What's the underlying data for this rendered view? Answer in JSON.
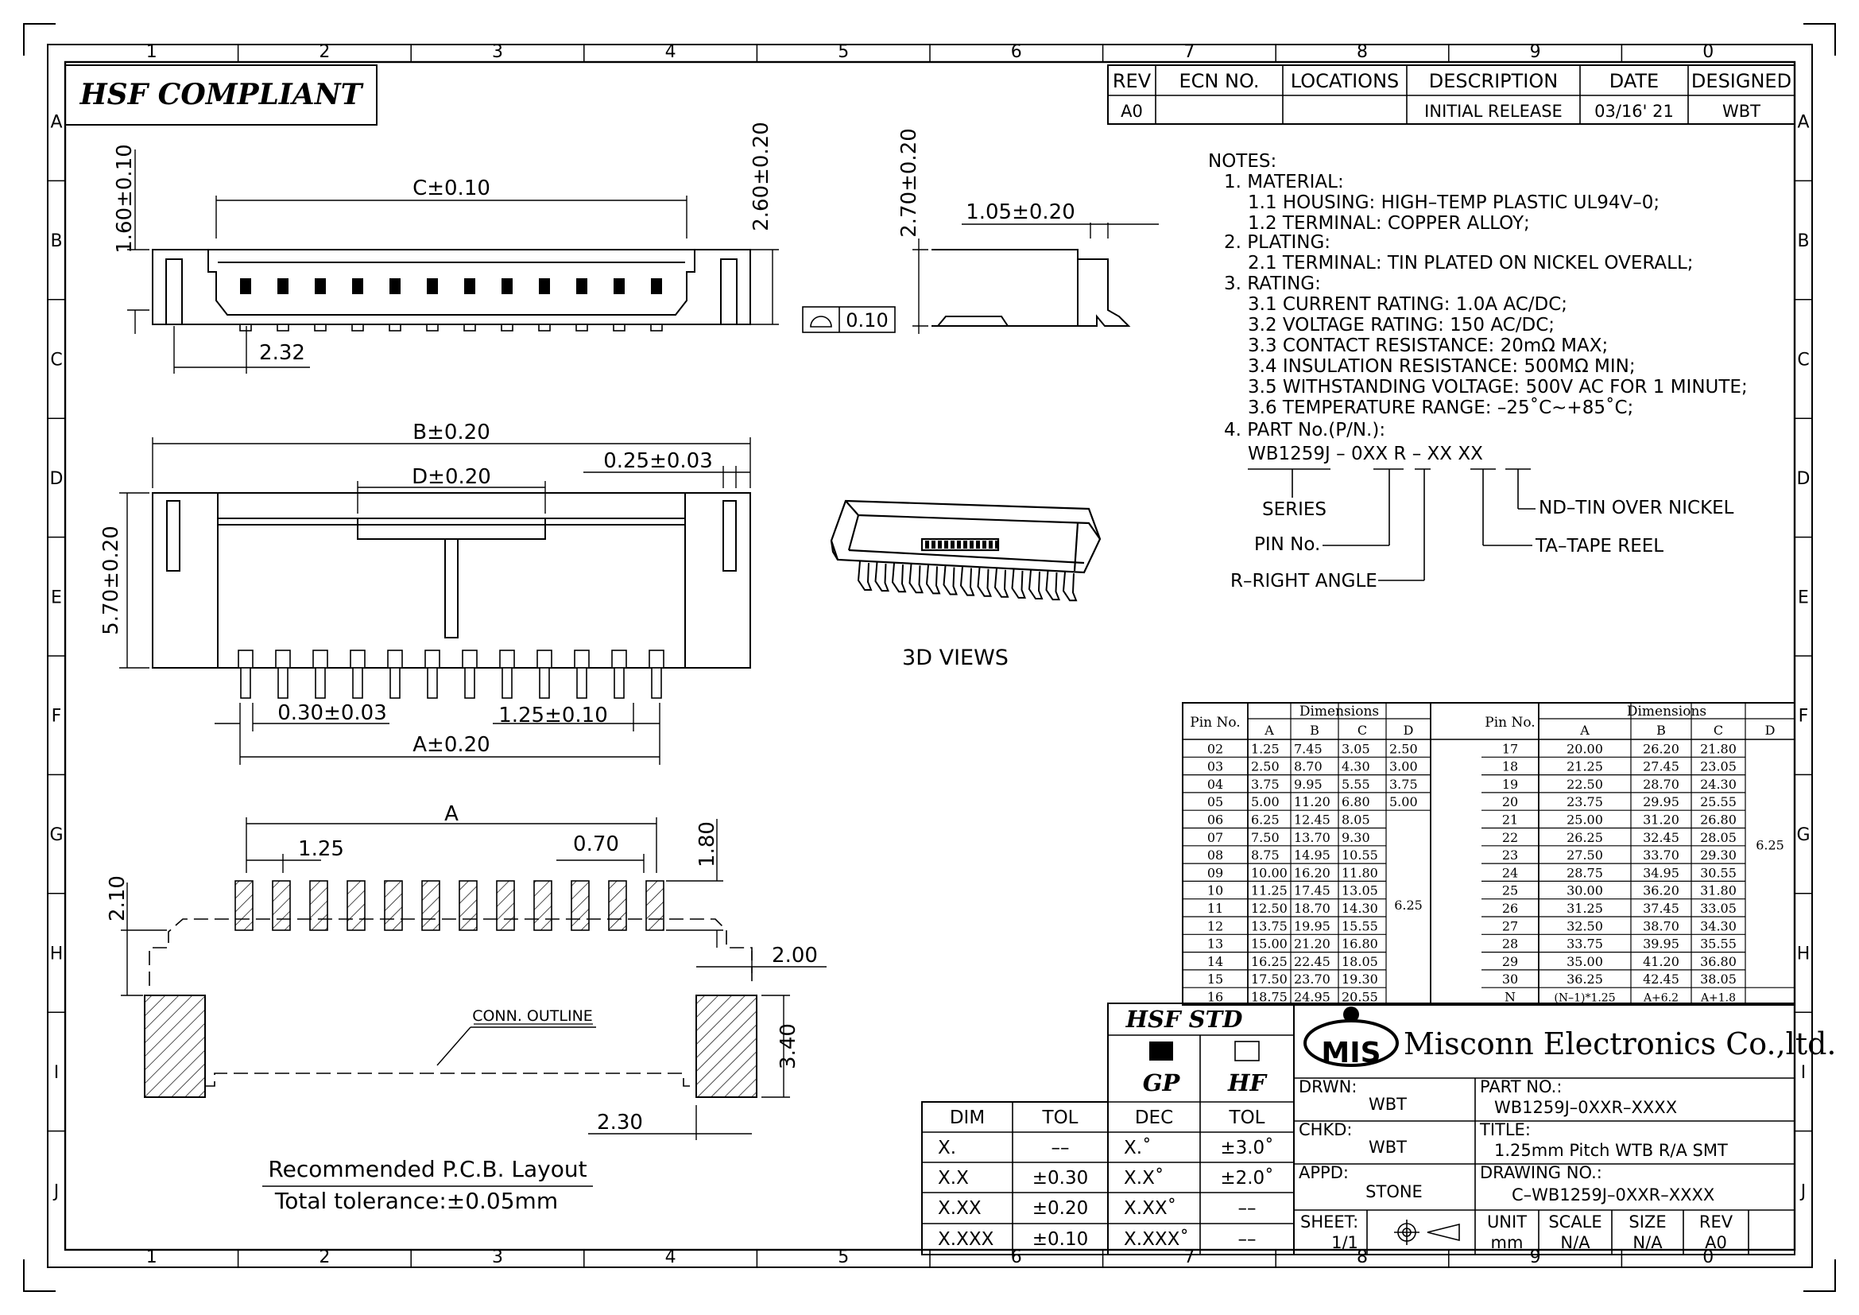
{
  "border": {
    "columns": [
      "1",
      "2",
      "3",
      "4",
      "5",
      "6",
      "7",
      "8",
      "9",
      "0"
    ],
    "rows": [
      "A",
      "B",
      "C",
      "D",
      "E",
      "F",
      "G",
      "H",
      "I",
      "J"
    ]
  },
  "hsf_compliant": "HSF  COMPLIANT",
  "rev_table": {
    "headers": [
      "REV",
      "ECN  NO.",
      "LOCATIONS",
      "DESCRIPTION",
      "DATE",
      "DESIGNED"
    ],
    "row": [
      "A0",
      "",
      "",
      "INITIAL RELEASE",
      "03/16' 21",
      "WBT"
    ]
  },
  "dims": {
    "c_010": "C±0.10",
    "h_160": "1.60±0.10",
    "h_260": "2.60±0.20",
    "p_232": "2.32",
    "side_270": "2.70±0.20",
    "side_105": "1.05±0.20",
    "flat_010": "0.10",
    "b_020": "B±0.20",
    "d_020": "D±0.20",
    "t_025": "0.25±0.03",
    "h_570": "5.70±0.20",
    "w_030": "0.30±0.03",
    "p_125": "1.25±0.10",
    "a_020": "A±0.20",
    "pcb_a": "A",
    "pcb_125": "1.25",
    "pcb_070": "0.70",
    "pcb_180": "1.80",
    "pcb_210": "2.10",
    "pcb_200": "2.00",
    "pcb_340": "3.40",
    "pcb_230": "2.30",
    "conn_outline": "CONN. OUTLINE"
  },
  "view_3d_label": "3D  VIEWS",
  "pcb_caption": "Recommended  P.C.B.  Layout",
  "pcb_tolerance": "Total  tolerance:±0.05mm",
  "notes": [
    "NOTES:",
    "1.  MATERIAL:",
    "1.1  HOUSING:  HIGH–TEMP  PLASTIC  UL94V–0;",
    "1.2  TERMINAL:  COPPER  ALLOY;",
    "2.  PLATING:",
    "2.1  TERMINAL:  TIN  PLATED  ON  NICKEL  OVERALL;",
    "3.  RATING:",
    "3.1  CURRENT  RATING:  1.0A  AC/DC;",
    "3.2  VOLTAGE  RATING:  150  AC/DC;",
    "3.3  CONTACT  RESISTANCE:  20mΩ  MAX;",
    "3.4  INSULATION  RESISTANCE:  500MΩ  MIN;",
    "3.5  WITHSTANDING  VOLTAGE:  500V  AC  FOR  1  MINUTE;",
    "3.6  TEMPERATURE  RANGE:  –25˚C~+85˚C;",
    "4.  PART  No.(P/N.):"
  ],
  "part_code": {
    "code": "WB1259J  –  0XX  R  –  XX  XX",
    "series": "SERIES",
    "pin_no": "PIN  No.",
    "right_angle": "R–RIGHT  ANGLE",
    "nd": "ND–TIN  OVER  NICKEL",
    "ta": "TA–TAPE  REEL"
  },
  "dim_table": {
    "pin_header": "Pin No.",
    "dimensions_header": "Dimensions",
    "cols": [
      "A",
      "B",
      "C",
      "D"
    ],
    "left": [
      [
        "02",
        "1.25",
        "7.45",
        "3.05",
        "2.50"
      ],
      [
        "03",
        "2.50",
        "8.70",
        "4.30",
        "3.00"
      ],
      [
        "04",
        "3.75",
        "9.95",
        "5.55",
        "3.75"
      ],
      [
        "05",
        "5.00",
        "11.20",
        "6.80",
        "5.00"
      ],
      [
        "06",
        "6.25",
        "12.45",
        "8.05",
        ""
      ],
      [
        "07",
        "7.50",
        "13.70",
        "9.30",
        ""
      ],
      [
        "08",
        "8.75",
        "14.95",
        "10.55",
        ""
      ],
      [
        "09",
        "10.00",
        "16.20",
        "11.80",
        ""
      ],
      [
        "10",
        "11.25",
        "17.45",
        "13.05",
        ""
      ],
      [
        "11",
        "12.50",
        "18.70",
        "14.30",
        ""
      ],
      [
        "12",
        "13.75",
        "19.95",
        "15.55",
        ""
      ],
      [
        "13",
        "15.00",
        "21.20",
        "16.80",
        ""
      ],
      [
        "14",
        "16.25",
        "22.45",
        "18.05",
        ""
      ],
      [
        "15",
        "17.50",
        "23.70",
        "19.30",
        ""
      ],
      [
        "16",
        "18.75",
        "24.95",
        "20.55",
        ""
      ]
    ],
    "left_d_merged": "6.25",
    "right": [
      [
        "17",
        "20.00",
        "26.20",
        "21.80"
      ],
      [
        "18",
        "21.25",
        "27.45",
        "23.05"
      ],
      [
        "19",
        "22.50",
        "28.70",
        "24.30"
      ],
      [
        "20",
        "23.75",
        "29.95",
        "25.55"
      ],
      [
        "21",
        "25.00",
        "31.20",
        "26.80"
      ],
      [
        "22",
        "26.25",
        "32.45",
        "28.05"
      ],
      [
        "23",
        "27.50",
        "33.70",
        "29.30"
      ],
      [
        "24",
        "28.75",
        "34.95",
        "30.55"
      ],
      [
        "25",
        "30.00",
        "36.20",
        "31.80"
      ],
      [
        "26",
        "31.25",
        "37.45",
        "33.05"
      ],
      [
        "27",
        "32.50",
        "38.70",
        "34.30"
      ],
      [
        "28",
        "33.75",
        "39.95",
        "35.55"
      ],
      [
        "29",
        "35.00",
        "41.20",
        "36.80"
      ],
      [
        "30",
        "36.25",
        "42.45",
        "38.05"
      ],
      [
        "N",
        "(N–1)*1.25",
        "A+6.2",
        "A+1.8"
      ]
    ],
    "right_d_merged": "6.25"
  },
  "tol_table": {
    "headers": [
      "DIM",
      "TOL"
    ],
    "rows": [
      [
        "X.",
        "––"
      ],
      [
        "X.X",
        "±0.30"
      ],
      [
        "X.XX",
        "±0.20"
      ],
      [
        "X.XXX",
        "±0.10"
      ]
    ]
  },
  "hsf_std": {
    "title": "HSF  STD",
    "gp": "GP",
    "hf": "HF",
    "headers": [
      "DEC",
      "TOL"
    ],
    "rows": [
      [
        "X.˚",
        "±3.0˚"
      ],
      [
        "X.X˚",
        "±2.0˚"
      ],
      [
        "X.XX˚",
        "––"
      ],
      [
        "X.XXX˚",
        "––"
      ]
    ]
  },
  "company": {
    "logo": "MIS",
    "name": "Misconn Electronics Co.,ltd."
  },
  "title_block": {
    "drwn_label": "DRWN:",
    "drwn": "WBT",
    "chkd_label": "CHKD:",
    "chkd": "WBT",
    "appd_label": "APPD:",
    "appd": "STONE",
    "part_label": "PART  NO.:",
    "part": "WB1259J–0XXR–XXXX",
    "title_label": "TITLE:",
    "title": "1.25mm  Pitch  WTB  R/A  SMT",
    "drawing_label": "DRAWING  NO.:",
    "drawing": "C–WB1259J–0XXR–XXXX",
    "sheet_label": "SHEET:",
    "sheet": "1/1",
    "unit_label": "UNIT",
    "unit": "mm",
    "scale_label": "SCALE",
    "scale": "N/A",
    "size_label": "SIZE",
    "size": "N/A",
    "rev_label": "REV",
    "rev": "A0"
  }
}
